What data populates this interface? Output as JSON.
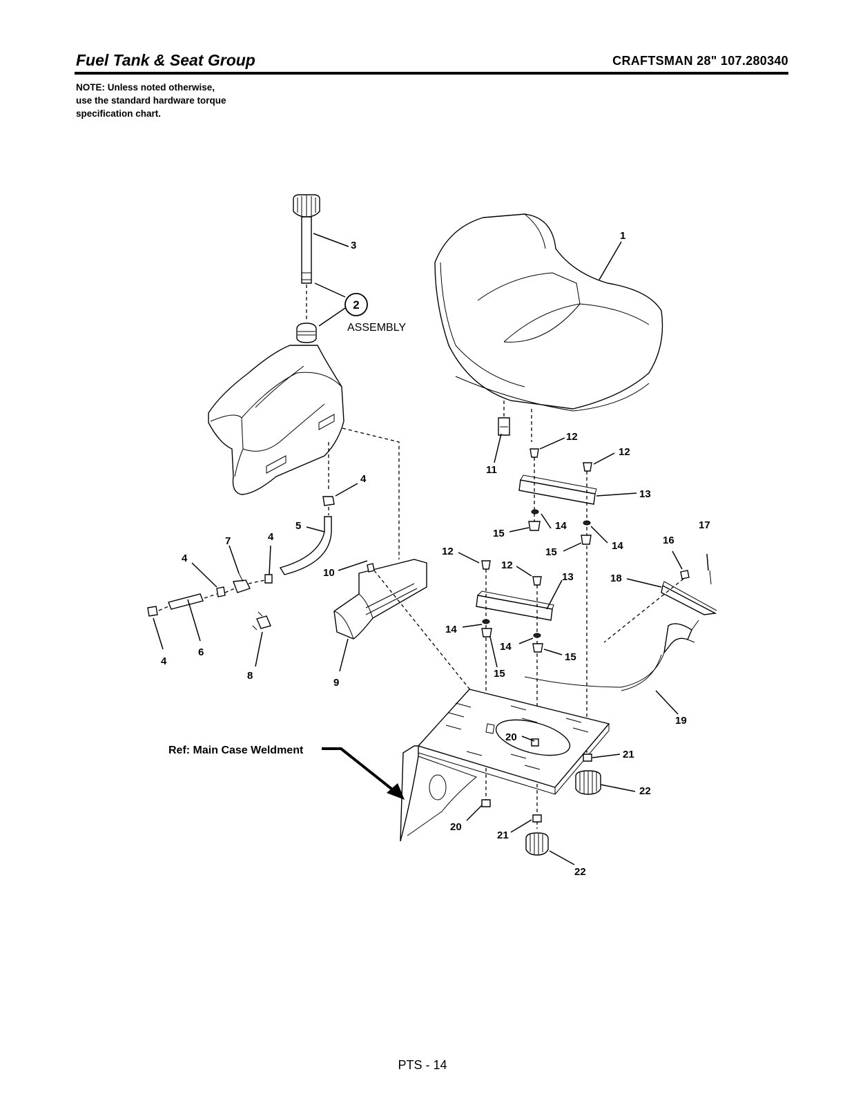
{
  "header": {
    "title": "Fuel Tank & Seat Group",
    "model": "CRAFTSMAN 28\" 107.280340"
  },
  "note": {
    "lines": [
      "NOTE: Unless noted otherwise,",
      "use the standard hardware torque",
      "specification chart."
    ]
  },
  "diagram": {
    "assembly_number": "2",
    "assembly_label": "ASSEMBLY",
    "reference_label": "Ref: Main Case Weldment",
    "callouts": {
      "c1": "1",
      "c3": "3",
      "c4a": "4",
      "c4b": "4",
      "c4c": "4",
      "c4d": "4",
      "c5": "5",
      "c6": "6",
      "c7": "7",
      "c8": "8",
      "c9": "9",
      "c10": "10",
      "c11": "11",
      "c12a": "12",
      "c12b": "12",
      "c12c": "12",
      "c12d": "12",
      "c13a": "13",
      "c13b": "13",
      "c14a": "14",
      "c14b": "14",
      "c14c": "14",
      "c14d": "14",
      "c15a": "15",
      "c15b": "15",
      "c15c": "15",
      "c15d": "15",
      "c16": "16",
      "c17": "17",
      "c18": "18",
      "c19": "19",
      "c20a": "20",
      "c20b": "20",
      "c21a": "21",
      "c21b": "21",
      "c22a": "22",
      "c22b": "22"
    }
  },
  "footer": {
    "page": "PTS - 14"
  }
}
